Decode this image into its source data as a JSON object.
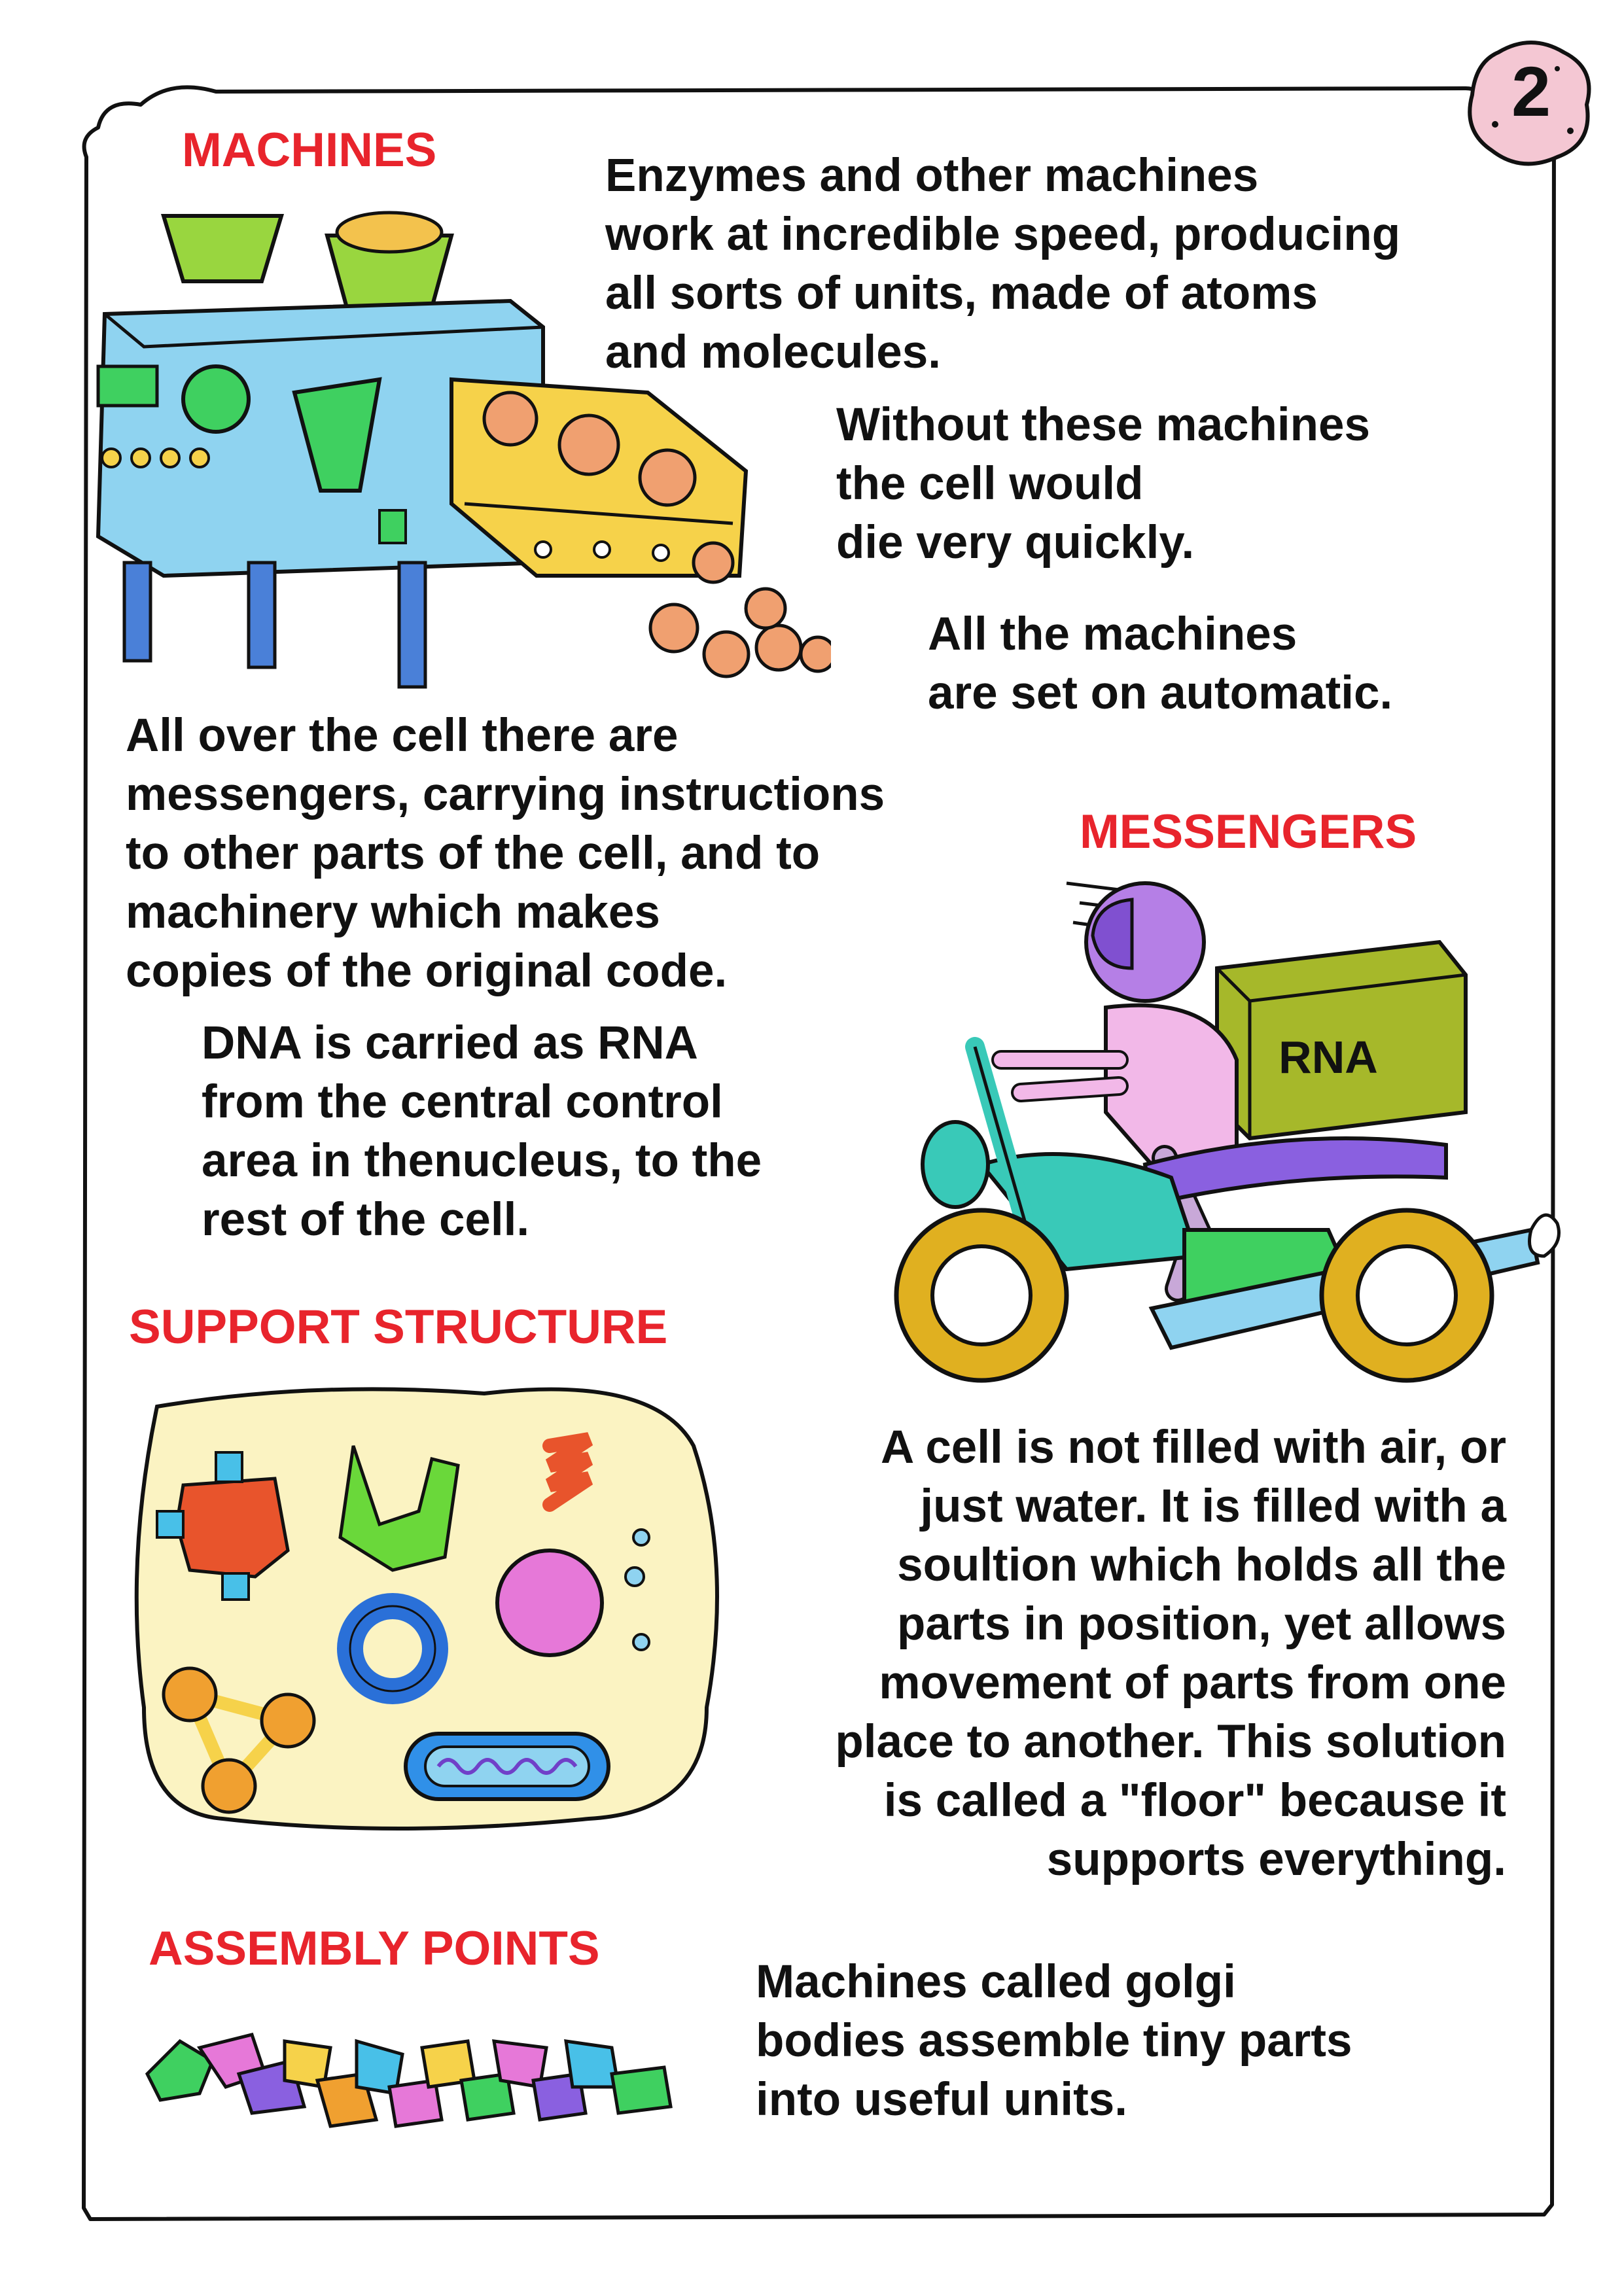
{
  "page_number": "2",
  "sections": {
    "machines": {
      "heading": "MACHINES",
      "paragraphs": [
        "Enzymes and other machines\nwork at incredible speed, producing\nall sorts of units, made of atoms\nand molecules.",
        "Without these machines\nthe cell would\ndie very quickly.",
        "All the machines\nare set on automatic."
      ]
    },
    "messengers": {
      "heading": "MESSENGERS",
      "paragraphs": [
        "All over the cell there are\nmessengers, carrying instructions\nto other parts of the cell, and to\nmachinery which makes\ncopies of the original code.",
        "DNA is carried as RNA\nfrom the central control\narea in thenucleus, to the\nrest of the cell."
      ],
      "box_label": "RNA"
    },
    "support": {
      "heading": "SUPPORT STRUCTURE",
      "paragraph": "A cell is not filled with air, or\njust water. It is filled with a\nsoultion which holds all the\nparts in position, yet allows\nmovement of parts from one\nplace to another. This solution\nis called a \"floor\" because it\nsupports everything."
    },
    "assembly": {
      "heading": "ASSEMBLY POINTS",
      "paragraph": "Machines called golgi\nbodies assemble tiny parts\ninto useful units."
    }
  },
  "colors": {
    "heading": "#e8242c",
    "machine_body": "#8fd3f0",
    "conveyor": "#f6d24a",
    "pellets": "#f0a070",
    "helmet": "#b57fe6",
    "rider": "#f2b8e8",
    "bike": "#39c9b8",
    "rna_box": "#a6b82a",
    "solution": "#fbf3c2"
  }
}
